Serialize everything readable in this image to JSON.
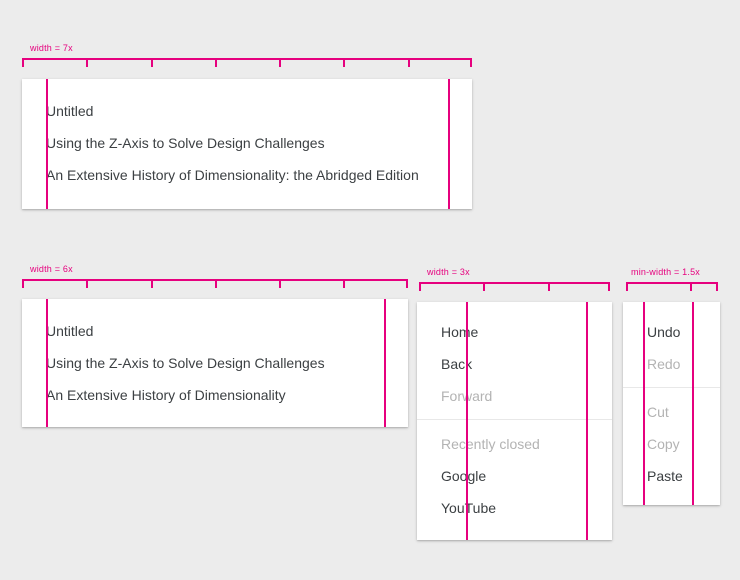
{
  "theme": {
    "background": "#ececec",
    "spec_accent": "#e6007e",
    "card_background": "#ffffff",
    "text_enabled": "#3c4043",
    "text_disabled": "#b3b3b3",
    "divider": "#e8e8e8"
  },
  "specs": [
    {
      "id": "width-7x",
      "label": "width = 7x",
      "divisions": 7,
      "items": [
        {
          "text": "Untitled",
          "disabled": false
        },
        {
          "text": "Using the Z-Axis to Solve Design Challenges",
          "disabled": false
        },
        {
          "text": "An Extensive History of Dimensionality: the Abridged Edition",
          "disabled": false
        }
      ]
    },
    {
      "id": "width-6x",
      "label": "width = 6x",
      "divisions": 6,
      "items": [
        {
          "text": "Untitled",
          "disabled": false
        },
        {
          "text": "Using the Z-Axis to Solve Design Challenges",
          "disabled": false
        },
        {
          "text": "An Extensive History of Dimensionality",
          "disabled": false
        }
      ]
    },
    {
      "id": "width-3x",
      "label": "width = 3x",
      "divisions": 3,
      "items": [
        {
          "text": "Home",
          "disabled": false
        },
        {
          "text": "Back",
          "disabled": false
        },
        {
          "text": "Forward",
          "disabled": true
        },
        {
          "divider": true
        },
        {
          "text": "Recently closed",
          "disabled": true
        },
        {
          "text": "Google",
          "disabled": false
        },
        {
          "text": "YouTube",
          "disabled": false
        }
      ]
    },
    {
      "id": "min-width-1-5x",
      "label": "min-width = 1.5x",
      "divisions": 1.5,
      "items": [
        {
          "text": "Undo",
          "disabled": false
        },
        {
          "text": "Redo",
          "disabled": true
        },
        {
          "divider": true
        },
        {
          "text": "Cut",
          "disabled": true
        },
        {
          "text": "Copy",
          "disabled": true
        },
        {
          "text": "Paste",
          "disabled": false
        }
      ]
    }
  ]
}
